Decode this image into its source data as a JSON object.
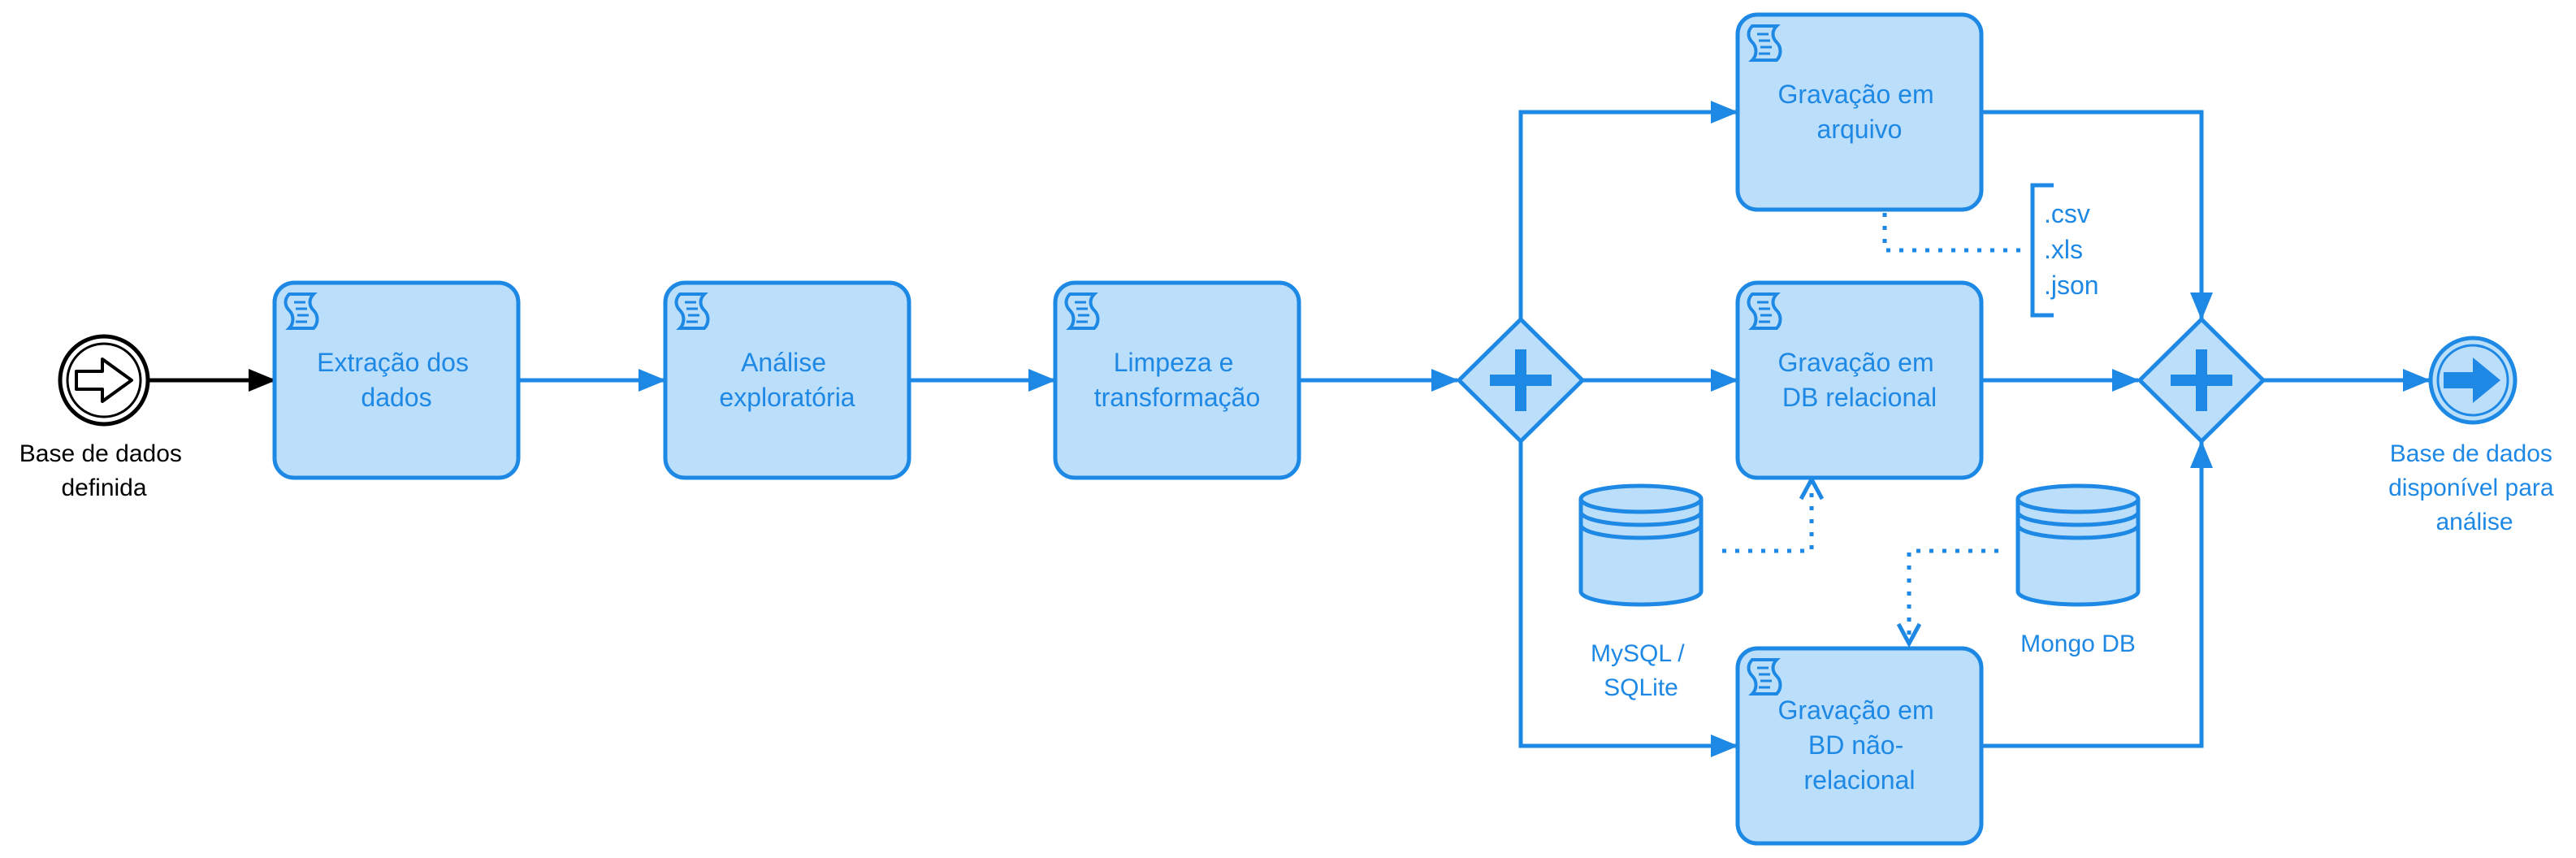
{
  "diagram": {
    "start_event": {
      "label_lines": [
        "Base de dados",
        "definida"
      ]
    },
    "end_event": {
      "label_lines": [
        "Base de dados",
        "disponível para",
        "análise"
      ]
    },
    "tasks": {
      "extracao": {
        "lines": [
          "Extração dos",
          "dados"
        ]
      },
      "analise": {
        "lines": [
          "Análise",
          "exploratória"
        ]
      },
      "limpeza": {
        "lines": [
          "Limpeza e",
          "transformação"
        ]
      },
      "arquivo": {
        "lines": [
          "Gravação em",
          "arquivo"
        ]
      },
      "relacional": {
        "lines": [
          "Gravação em",
          "DB relacional"
        ]
      },
      "naorelacional": {
        "lines": [
          "Gravação em",
          "BD não-",
          "relacional"
        ]
      }
    },
    "file_formats": [
      ".csv",
      ".xls",
      ".json"
    ],
    "databases": {
      "mysql": {
        "label_lines": [
          "MySQL /",
          "SQLite"
        ]
      },
      "mongo": {
        "label_lines": [
          "Mongo DB"
        ]
      }
    },
    "colors": {
      "accent": "#1e88e5",
      "task_fill": "#bbdefb",
      "start_stroke": "#000000"
    },
    "icons": {
      "task": "script-icon",
      "gateway": "parallel-gateway-plus-icon",
      "end": "arrow-right-icon",
      "start": "arrow-right-outline-icon",
      "data_store": "database-icon"
    }
  }
}
